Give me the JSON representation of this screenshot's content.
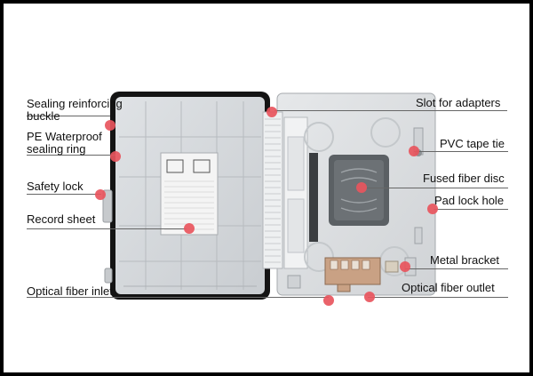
{
  "labels": {
    "sealing_reinforcing_buckle": [
      "Sealing reinforcing",
      "buckle"
    ],
    "pe_waterproof_sealing_ring": [
      "PE Waterproof",
      "sealing ring"
    ],
    "safety_lock": "Safety lock",
    "record_sheet": "Record sheet",
    "optical_fiber_inlet": "Optical fiber inlet",
    "slot_for_adapters": "Slot for adapters",
    "pvc_tape_tie": "PVC tape tie",
    "fused_fiber_disc": "Fused fiber disc",
    "pad_lock_hole": "Pad lock hole",
    "metal_bracket": "Metal bracket",
    "optical_fiber_outlet": "Optical fiber outlet"
  },
  "colors": {
    "background": "#ffffff",
    "frame": "#000000",
    "marker": "#e8555d",
    "box": "#d7dbdf",
    "door_border": "#1a1a1a"
  }
}
